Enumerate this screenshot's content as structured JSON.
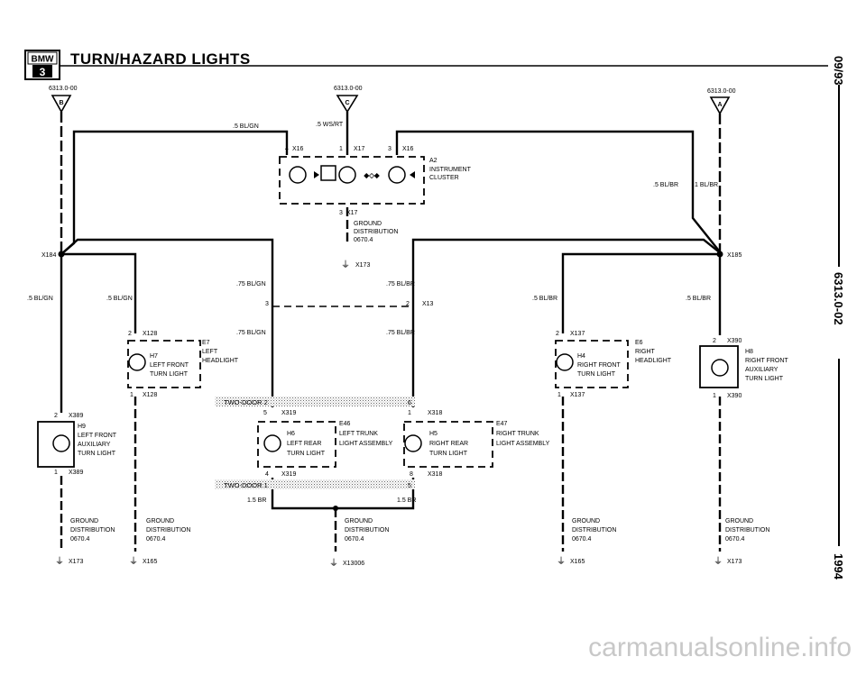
{
  "header": {
    "logo_top": "BMW",
    "logo_bottom": "3",
    "title": "TURN/HAZARD LIGHTS"
  },
  "side": {
    "date": "09/93",
    "code": "6313.0-02",
    "year": "1994"
  },
  "refs": {
    "left": "6313.0-00",
    "center": "6313.0-00",
    "right": "6313.0-00",
    "left_letter": "B",
    "center_letter": "C",
    "right_letter": "A"
  },
  "wires": {
    "w1": ".5 BL/GN",
    "w2": ".5 WS/RT",
    "w3": ".5 BL/BR",
    "w4": "1 BL/BR",
    "w5": ".75 BL/GN",
    "w6": ".75 BL/BR",
    "w7": ".5 BL/GN",
    "w8": ".5 BL/GN",
    "w9": ".5 BL/BR",
    "w10": ".5 BL/BR",
    "w11": ".75 BL/GN",
    "w12": ".75 BL/BR",
    "w13": "1.5 BR",
    "w14": "1.5 BR"
  },
  "connectors": {
    "x16a": "X16",
    "x17a": "X17",
    "x16b": "X16",
    "x17b": "X17",
    "x184": "X184",
    "x185": "X185",
    "x173a": "X173",
    "x13": "X13",
    "x128a": "X128",
    "x128b": "X128",
    "x137a": "X137",
    "x137b": "X137",
    "x389a": "X389",
    "x389b": "X389",
    "x390a": "X390",
    "x390b": "X390",
    "x319a": "X319",
    "x319b": "X319",
    "x318a": "X318",
    "x318b": "X318",
    "x173b": "X173",
    "x165a": "X165",
    "x13006": "X13006",
    "x165b": "X165",
    "x173c": "X173"
  },
  "pins": {
    "p4": "4",
    "p1": "1",
    "p3": "3",
    "p3b": "3",
    "p3c": "3",
    "p2": "2",
    "p2a": "2",
    "p1a": "1",
    "p2b": "2",
    "p1b": "1",
    "p2c": "2",
    "p1c": "1",
    "p2d": "2",
    "p1d": "1",
    "p5": "5",
    "p4b": "4",
    "p1e": "1",
    "p8": "8",
    "p6": "6",
    "p5b": "5"
  },
  "components": {
    "a2_id": "A2",
    "a2_l1": "INSTRUMENT",
    "a2_l2": "CLUSTER",
    "e7_id": "E7",
    "e7_l1": "LEFT",
    "e7_l2": "HEADLIGHT",
    "h7_id": "H7",
    "h7_l1": "LEFT FRONT",
    "h7_l2": "TURN LIGHT",
    "e6_id": "E6",
    "e6_l1": "RIGHT",
    "e6_l2": "HEADLIGHT",
    "h4_id": "H4",
    "h4_l1": "RIGHT FRONT",
    "h4_l2": "TURN LIGHT",
    "h9_id": "H9",
    "h9_l1": "LEFT FRONT",
    "h9_l2": "AUXILIARY",
    "h9_l3": "TURN LIGHT",
    "h8_id": "H8",
    "h8_l1": "RIGHT FRONT",
    "h8_l2": "AUXILIARY",
    "h8_l3": "TURN LIGHT",
    "e46_id": "E46",
    "e46_l1": "LEFT TRUNK",
    "e46_l2": "LIGHT ASSEMBLY",
    "h6_id": "H6",
    "h6_l1": "LEFT REAR",
    "h6_l2": "TURN LIGHT",
    "e47_id": "E47",
    "e47_l1": "RIGHT TRUNK",
    "e47_l2": "LIGHT ASSEMBLY",
    "h5_id": "H5",
    "h5_l1": "RIGHT REAR",
    "h5_l2": "TURN LIGHT",
    "two_door_1": "TWO-DOOR 2",
    "two_door_2": "TWO-DOOR 1"
  },
  "grounds": {
    "g_top_l1": "GROUND",
    "g_top_l2": "DISTRIBUTION",
    "g_top_l3": "0670.4",
    "g1_l1": "GROUND",
    "g1_l2": "DISTRIBUTION",
    "g1_l3": "0670.4",
    "g2_l1": "GROUND",
    "g2_l2": "DISTRIBUTION",
    "g2_l3": "0670.4",
    "g3_l1": "GROUND",
    "g3_l2": "DISTRIBUTION",
    "g3_l3": "0670.4",
    "g4_l1": "GROUND",
    "g4_l2": "DISTRIBUTION",
    "g4_l3": "0670.4",
    "g5_l1": "GROUND",
    "g5_l2": "DISTRIBUTION",
    "g5_l3": "0670.4"
  },
  "watermark": "carmanualsonline.info"
}
